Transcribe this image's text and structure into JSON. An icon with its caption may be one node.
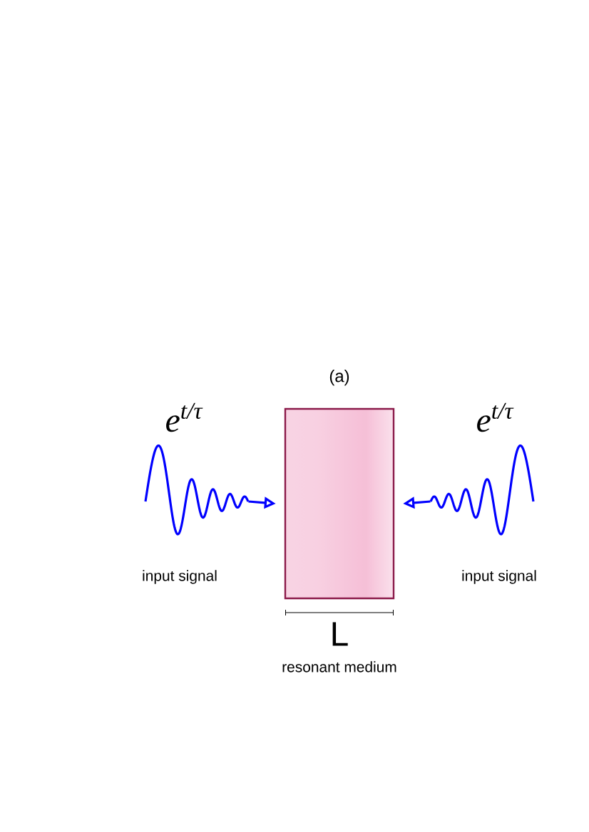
{
  "diagram": {
    "title": "(a)",
    "nodes": [
      {
        "text": [],
        "shape": "box"
      },
      {
        "text": [
          "e$^{t/τ}$",
          "input signal"
        ]
      },
      {
        "text": [
          "e$^{t/τ}$",
          "input signal"
        ]
      }
    ],
    "edges": [
      {
        "from": 1,
        "to": 0,
        "arrow": "to"
      },
      {
        "from": 2,
        "to": 0,
        "arrow": "to"
      }
    ],
    "labels": [
      "L",
      "resonant medium"
    ]
  }
}
